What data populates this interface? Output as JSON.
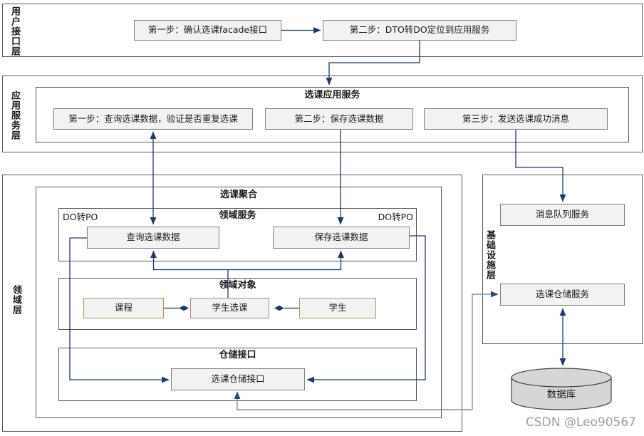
{
  "colors": {
    "connector": "#1f3864",
    "connector_light": "#7d8fae",
    "frame_border": "#595959",
    "node_border": "#7f7f7f",
    "node_fill": "#f2f2f2",
    "khaki_border": "#ab9a64",
    "maroon_border": "#b08484",
    "cylinder_fill": "#d6d6d6",
    "watermark_gray": "#9e9e9e"
  },
  "layers": {
    "user_interface": {
      "label": "用户接口层",
      "steps": [
        "第一步：确认选课facade接口",
        "第二步：DTO转DO定位到应用服务"
      ]
    },
    "application": {
      "label": "应用服务层",
      "service_title": "选课应用服务",
      "steps": [
        "第一步：查询选课数据，验证是否重复选课",
        "第二步：保存选课数据",
        "第三步：发送选课成功消息"
      ]
    },
    "domain": {
      "label": "领域层",
      "aggregate_title": "选课聚合",
      "domain_service": {
        "title": "领域服务",
        "do_to_po_left": "DO转PO",
        "do_to_po_right": "DO转PO",
        "query_box": "查询选课数据",
        "save_box": "保存选课数据"
      },
      "domain_objects": {
        "title": "领域对象",
        "course_box": "课程",
        "enrollment_box": "学生选课",
        "student_box": "学生"
      },
      "repository": {
        "title": "仓储接口",
        "interface_box": "选课仓储接口"
      }
    },
    "infrastructure": {
      "label": "基础设施层",
      "mq_box": "消息队列服务",
      "repo_service_box": "选课仓储服务",
      "database": "数据库"
    }
  },
  "watermark": "CSDN @Leo90567"
}
